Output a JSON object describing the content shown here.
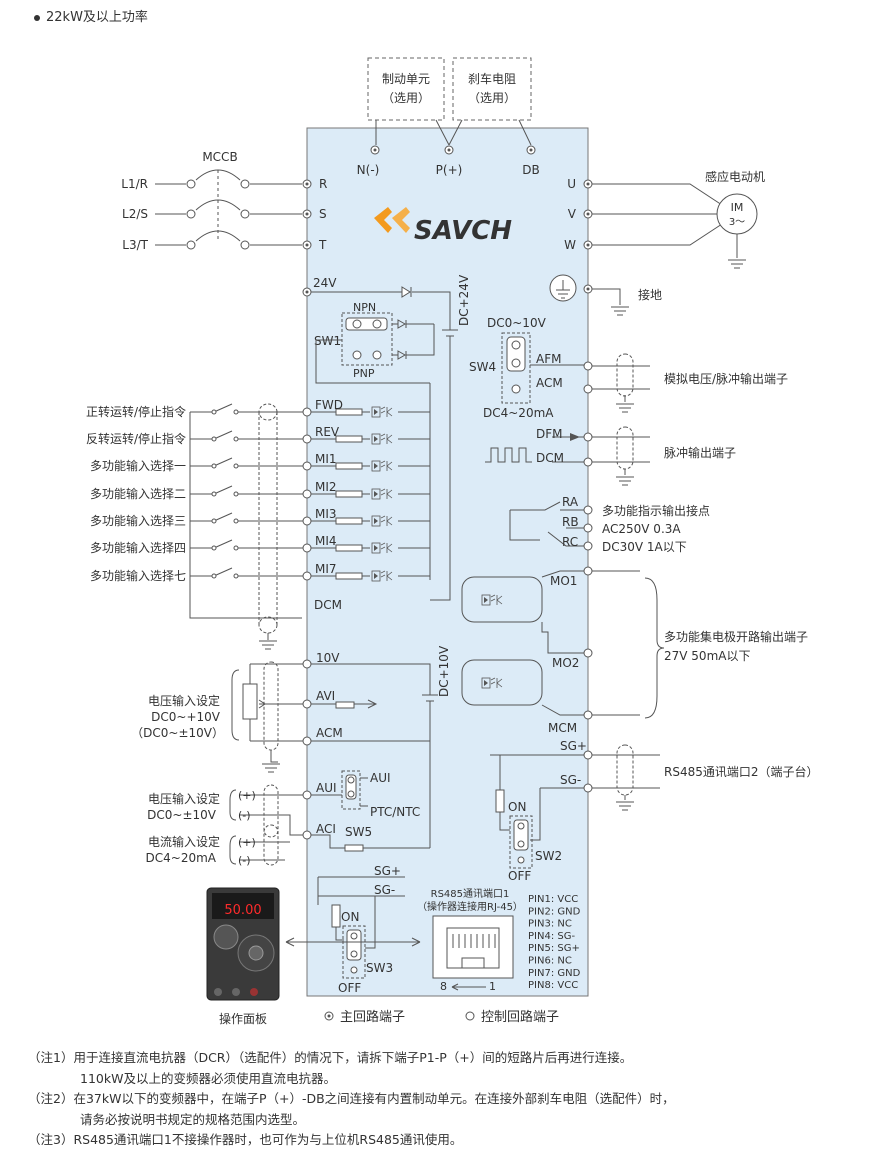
{
  "heading": "22kW及以上功率",
  "brand": "SAVCH",
  "top_boxes": {
    "brake_unit": "制动单元",
    "brake_resistor": "刹车电阻",
    "optional": "（选用）"
  },
  "top_terminals": [
    "N(-)",
    "P(+)",
    "DB"
  ],
  "breaker": "MCCB",
  "inputs": [
    "L1/R",
    "L2/S",
    "L3/T"
  ],
  "main_in_terminals": [
    "R",
    "S",
    "T"
  ],
  "main_out_terminals": [
    "U",
    "V",
    "W"
  ],
  "motor": {
    "title": "感应电动机",
    "line1": "IM",
    "line2": "3～"
  },
  "ground_label": "接地",
  "power": {
    "v24": "24V",
    "dc24": "DC+24V",
    "npn": "NPN",
    "pnp": "PNP",
    "sw1": "SW1"
  },
  "digital_inputs": [
    {
      "label": "正转运转/停止指令",
      "terminal": "FWD"
    },
    {
      "label": "反转运转/停止指令",
      "terminal": "REV"
    },
    {
      "label": "多功能输入选择一",
      "terminal": "MI1"
    },
    {
      "label": "多功能输入选择二",
      "terminal": "MI2"
    },
    {
      "label": "多功能输入选择三",
      "terminal": "MI3"
    },
    {
      "label": "多功能输入选择四",
      "terminal": "MI4"
    },
    {
      "label": "多功能输入选择七",
      "terminal": "MI7"
    }
  ],
  "dcm": "DCM",
  "sw4": {
    "name": "SW4",
    "top": "DC0~10V",
    "bottom": "DC4~20mA"
  },
  "analog_out": {
    "afm": "AFM",
    "acm": "ACM",
    "label": "模拟电压/脉冲输出端子"
  },
  "pulse_out": {
    "dfm": "DFM",
    "dcm": "DCM",
    "label": "脉冲输出端子"
  },
  "relay": {
    "ra": "RA",
    "rb": "RB",
    "rc": "RC",
    "label1": "多功能指示输出接点",
    "label2": "AC250V  0.3A",
    "label3": "DC30V  1A以下"
  },
  "open_collector": {
    "mo1": "MO1",
    "mo2": "MO2",
    "mcm": "MCM",
    "label1": "多功能集电极开路输出端子",
    "label2": "27V 50mA以下"
  },
  "analog_in": {
    "v10": "10V",
    "dc10": "DC+10V",
    "avi": "AVI",
    "acm": "ACM",
    "aui": "AUI",
    "aci": "ACI",
    "sw5": "SW5",
    "aui_sel": "AUI",
    "ptc": "PTC/NTC"
  },
  "analog_labels": {
    "v1": "电压输入设定",
    "v2": "DC0~+10V",
    "v3": "（DC0~±10V）",
    "u1": "电压输入设定",
    "u2": "DC0~±10V",
    "c1": "电流输入设定",
    "c2": "DC4~20mA",
    "plus": "(+)",
    "minus": "(-)"
  },
  "rs485": {
    "sgp": "SG+",
    "sgm": "SG-",
    "on": "ON",
    "off": "OFF",
    "sw2": "SW2",
    "label": "RS485通讯端口2（端子台）"
  },
  "rs485_port1": {
    "title1": "RS485通讯端口1",
    "title2": "（操作器连接用RJ-45）",
    "sgp": "SG+",
    "sgm": "SG-",
    "on": "ON",
    "off": "OFF",
    "sw3": "SW3",
    "n8": "8",
    "n1": "1"
  },
  "pins": [
    "PIN1: VCC",
    "PIN2: GND",
    "PIN3: NC",
    "PIN4: SG-",
    "PIN5: SG+",
    "PIN6: NC",
    "PIN7: GND",
    "PIN8: VCC"
  ],
  "panel": {
    "display": "50.00",
    "label": "操作面板"
  },
  "legend": {
    "main": "主回路端子",
    "control": "控制回路端子"
  },
  "notes": {
    "n1a": "（注1）用于连接直流电抗器（DCR）（选配件）的情况下，请拆下端子P1-P（+）间的短路片后再进行连接。",
    "n1b": "110kW及以上的变频器必须使用直流电抗器。",
    "n2a": "（注2）在37kW以下的变频器中，在端子P（+）-DB之间连接有内置制动单元。在连接外部刹车电阻（选配件）时，",
    "n2b": "请务必按说明书规定的规格范围内选型。",
    "n3": "（注3）RS485通讯端口1不接操作器时，也可作为与上位机RS485通讯使用。"
  },
  "colors": {
    "panel_fill": "#dcebf7",
    "line": "#555555",
    "brand_orange": "#f39a1e",
    "brand_dark": "#333333",
    "display_red": "#ff2b2b"
  }
}
